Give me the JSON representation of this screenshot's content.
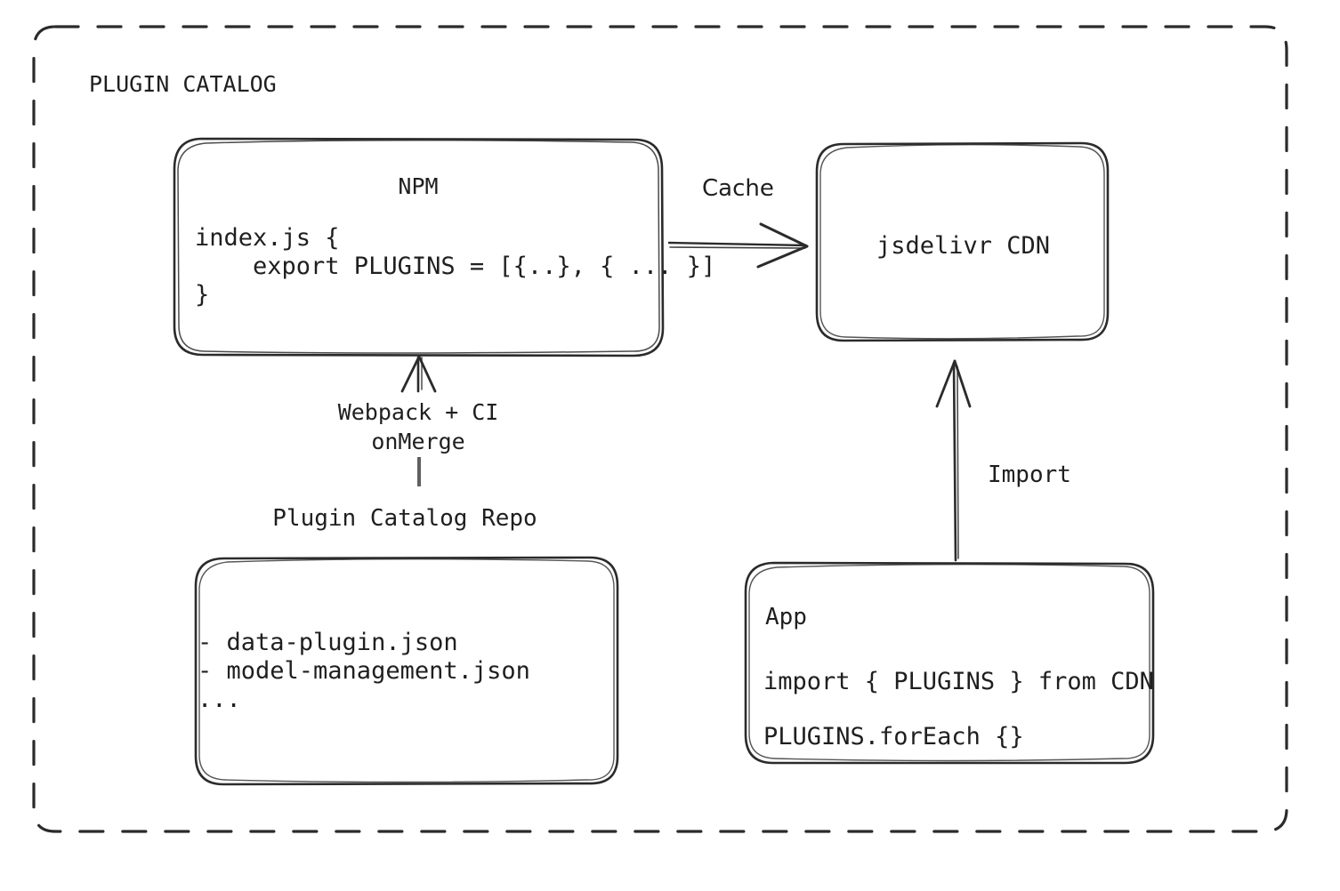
{
  "diagram": {
    "group": {
      "title": "PLUGIN CATALOG",
      "border_style": "dashed",
      "border_color": "#2b2b2b"
    },
    "nodes": {
      "npm": {
        "title": "NPM",
        "code_lines": [
          "index.js {",
          "    export PLUGINS = [{..}, { ... }]",
          "}"
        ],
        "code_text": "index.js {\n    export PLUGINS = [{..}, { ... }]\n}"
      },
      "cdn": {
        "title": "jsdelivr CDN"
      },
      "repo": {
        "label": "Plugin Catalog Repo",
        "file_lines": [
          "- data-plugin.json",
          "- model-management.json",
          "..."
        ],
        "file_text": "- data-plugin.json\n- model-management.json\n..."
      },
      "app": {
        "title": "App",
        "code_lines": [
          "import { PLUGINS } from CDN",
          "PLUGINS.forEach {}"
        ],
        "code_text": "import { PLUGINS } from CDN\nPLUGINS.forEach {}"
      }
    },
    "edges": {
      "npm_to_cdn": {
        "label": "Cache",
        "direction": "right"
      },
      "repo_to_npm": {
        "label": "Webpack + CI\nonMerge",
        "label_line1": "Webpack + CI",
        "label_line2": "onMerge",
        "direction": "up"
      },
      "app_to_cdn": {
        "label": "Import",
        "direction": "up"
      }
    },
    "colors": {
      "stroke": "#2b2b2b",
      "text": "#1f1f1f",
      "background": "#ffffff"
    }
  }
}
